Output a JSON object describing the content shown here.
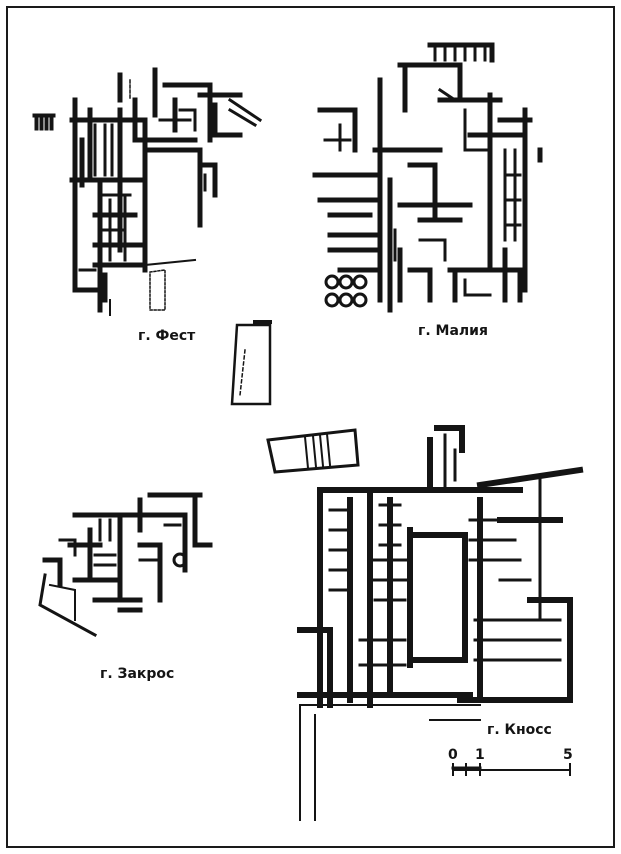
{
  "captions": {
    "phaistos": "г. Фест",
    "malia": "г. Малия",
    "zakros": "г. Закрос",
    "knossos": "г. Кносс"
  },
  "scale_bar": {
    "label_start": "0",
    "label_mid": "1",
    "label_end": "5"
  },
  "colors": {
    "ink": "#141414",
    "paper": "#ffffff"
  }
}
